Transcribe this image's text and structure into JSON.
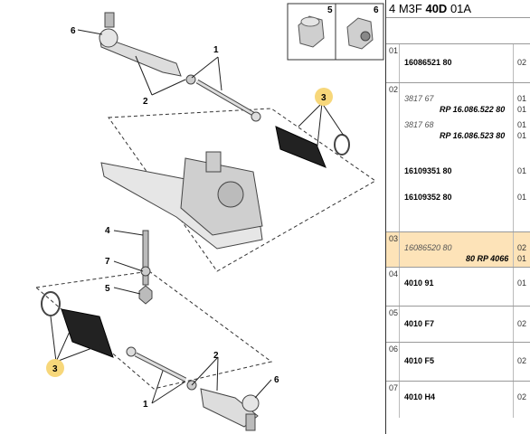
{
  "diagram": {
    "callouts": [
      "6",
      "2",
      "1",
      "3",
      "4",
      "7",
      "5",
      "3",
      "1",
      "2",
      "6"
    ],
    "inset_labels": [
      "5",
      "6"
    ]
  },
  "panel": {
    "header": {
      "prefix": "4 M3F ",
      "bold": "40D",
      "suffix": " 01A"
    },
    "sections": [
      {
        "index": "01",
        "lines": [
          {
            "type": "ref",
            "text": "16086521 80",
            "qty": "02"
          }
        ]
      },
      {
        "index": "02",
        "lines": [
          {
            "type": "ital",
            "text": "3817 67",
            "qty": "01"
          },
          {
            "type": "rp",
            "text": "RP 16.086.522 80",
            "qty": "01"
          },
          {
            "type": "ital",
            "text": "3817 68",
            "qty": "01"
          },
          {
            "type": "rp",
            "text": "RP 16.086.523 80",
            "qty": "01"
          },
          {
            "type": "ref",
            "text": "16109351 80",
            "qty": "01"
          },
          {
            "type": "ref",
            "text": "16109352 80",
            "qty": "01"
          }
        ]
      },
      {
        "index": "03",
        "lines": [
          {
            "type": "ital",
            "text": "16086520 80",
            "qty": "02"
          },
          {
            "type": "rp",
            "text": "80 RP 4066",
            "qty": "01"
          }
        ]
      },
      {
        "index": "04",
        "lines": [
          {
            "type": "ref",
            "text": "4010 91",
            "qty": "01"
          }
        ]
      },
      {
        "index": "05",
        "lines": [
          {
            "type": "ref",
            "text": "4010 F7",
            "qty": "02"
          }
        ]
      },
      {
        "index": "06",
        "lines": [
          {
            "type": "ref",
            "text": "4010 F5",
            "qty": "02"
          }
        ]
      },
      {
        "index": "07",
        "lines": [
          {
            "type": "ref",
            "text": "4010 H4",
            "qty": "02"
          }
        ]
      }
    ]
  }
}
